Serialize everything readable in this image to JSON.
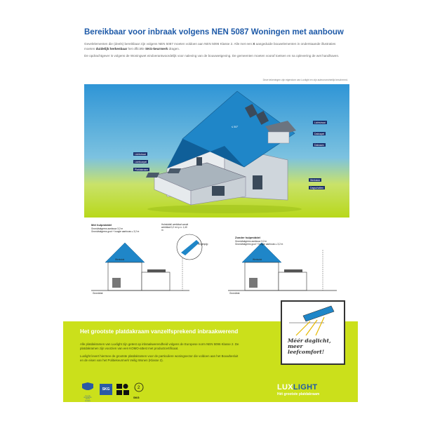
{
  "title": "Bereikbaar voor inbraak volgens NEN 5087 Woningen met aanbouw",
  "intro": {
    "p1_a": "Gevelelementen die (deels) bereikbaar zijn volgens NEN 5087 moeten voldoen aan NEN 5096 Klasse 2. Alle met een ",
    "p1_x": "X",
    "p1_b": " aangeduide bouwelementen in onderstaande illustraties moeten ",
    "p1_bold": "duidelijk herkenbaar",
    "p1_c": " het officiële ",
    "p1_skg": "SKG-keurmerk",
    "p1_d": " dragen.",
    "p2": "De opdrachtgever is volgens de Woningwet eindverantwoordelijk voor naleving van de bouwwetgeving. De gemeenten moeten vooraf toetsen en na oplevering de wet handhaven."
  },
  "credit": "Deze tekeningen zijn eigendom van Luxlight en zijn auteursrechtelijk beschermd.",
  "hero_labels": {
    "lichtstraat_right": "Lichtstraat",
    "dakkapel": "Dakkapel",
    "dakraam": "Dakraam",
    "lichtstraat_left": "Lichtstraat",
    "lichtkoepel": "Lichtkoepel",
    "platdakraam": "Platdakraam",
    "werkstuk": "Werkstuk",
    "dagschotten": "Dagschotten",
    "angle": "≤ 50°"
  },
  "sketches": {
    "left_title": "Met hulpmiddel",
    "right_title": "Zonder hulpmiddel",
    "note_left": "Grondvlakgrens aanbouw 3,2 m",
    "note_left2": "Grondvlakgrens goot + hoogte aanbouw ≤ 3,2 m",
    "note_right": "Grondvlakgrens aanbouw 3,2 m",
    "note_right2": "Grondvlakgrens goot + hoogte aanbouw ≤ 3,2 m",
    "callout": "Hulmiddel/ werkblad vanuit werkblad 0,2 m t.p.n. 1,40 m",
    "callout2": "Regenpijp",
    "werkstuk": "Werkstuk",
    "werkstuk2": "Werkstuk",
    "grondvlak": "Grondvlak",
    "grondvlak2": "Grondvlak"
  },
  "badge": {
    "line1": "Méér daglicht,",
    "line2": "meer",
    "line3": "leefcomfort!"
  },
  "green": {
    "title": "Het grootste platdakraam vanzelfsprekend inbraakwerend",
    "p1": "Alle platdakramen van Luxlight zijn getest op inbraakwerendheid volgens de Europese norm NEN 5096 Klasse 2. De platdakramen zijn voorzien van een KOMO-attest met productcertificaat.",
    "p2": "Luxlight levert hiermee de grootste platdakramen voor de particuliere woningsector die voldoen aan het Bouwbesluit en de eisen van het Politiekeurmerk Veilig Wonen (Klasse 2)."
  },
  "logos": {
    "pkvw_line1": "POLITIE",
    "pkvw_line2": "KEURMERK",
    "pkvw_line3": "VEILIG",
    "pkvw_line4": "WONEN",
    "skg": "SKG",
    "skg2": "SKG",
    "skg2_stars": "2"
  },
  "brand": {
    "name_a": "LUX",
    "name_b": "LIGHT",
    "tagline": "Hét grootste platdakraam"
  },
  "colors": {
    "title_blue": "#1e5aa8",
    "roof_blue": "#1f86c8",
    "lime": "#cbe01b",
    "navy_label": "#1b2f6a"
  }
}
